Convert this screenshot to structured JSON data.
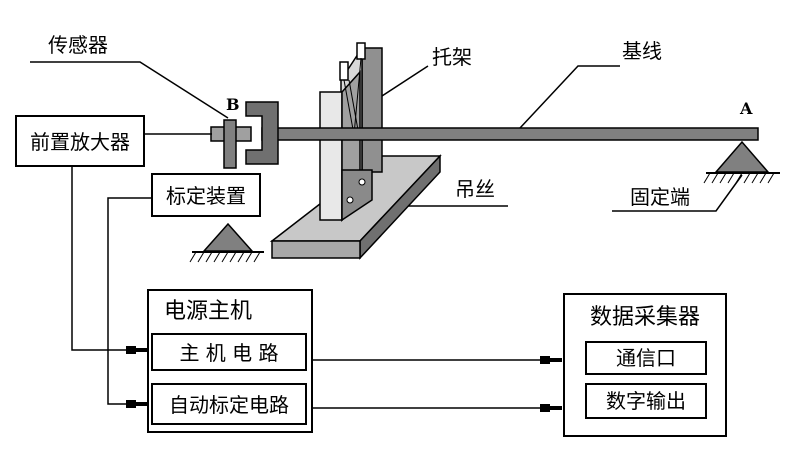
{
  "labels": {
    "sensor": "传感器",
    "bracket": "托架",
    "base_line": "基线",
    "preamp": "前置放大器",
    "calibrator": "标定装置",
    "suspension_wire": "吊丝",
    "fixed_end": "固定端",
    "point_b": "B",
    "point_a": "A"
  },
  "power_host": {
    "title": "电源主机",
    "main_circuit": "主 机 电 路",
    "auto_cal_circuit": "自动标定电路"
  },
  "data_collector": {
    "title": "数据采集器",
    "comm_port": "通信口",
    "digital_output": "数字输出"
  },
  "colors": {
    "beam": "#808080",
    "plate": "#c0c0c0",
    "dark": "#606060",
    "line": "#000000"
  }
}
